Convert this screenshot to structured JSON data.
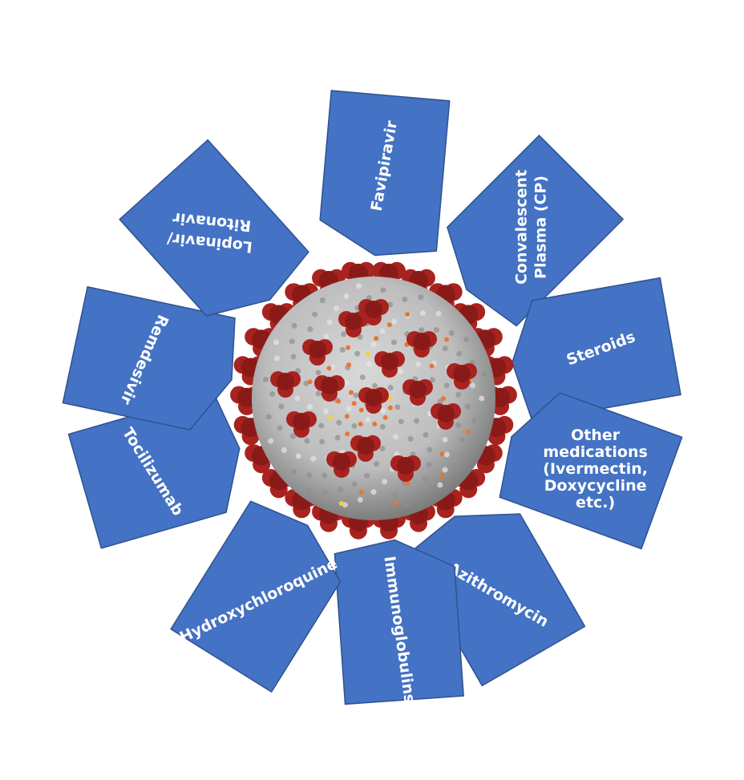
{
  "center": {
    "icon": "coronavirus-icon"
  },
  "colors": {
    "arrow_fill": "#4472C4",
    "arrow_stroke": "#2F528F",
    "label": "#ffffff",
    "virus_body": "#BDBDBD",
    "virus_spike": "#A8231F",
    "virus_spot": "#E8753A"
  },
  "arrows": [
    {
      "id": "favipiravir",
      "lines": [
        "Favipiravir"
      ]
    },
    {
      "id": "convalescent-plasma",
      "lines": [
        "Convalescent",
        "Plasma (CP)"
      ]
    },
    {
      "id": "steroids",
      "lines": [
        "Steroids"
      ]
    },
    {
      "id": "other-medications",
      "lines": [
        "Other",
        "medications",
        "(Ivermectin,",
        "Doxycycline",
        "etc.)"
      ]
    },
    {
      "id": "azithromycin",
      "lines": [
        "Azithromycin"
      ]
    },
    {
      "id": "immunoglobulins",
      "lines": [
        "Immunoglobulins"
      ]
    },
    {
      "id": "hydroxychloroquine",
      "lines": [
        "Hydroxychloroquine"
      ]
    },
    {
      "id": "tocilizumab",
      "lines": [
        "Tocilizumab"
      ]
    },
    {
      "id": "remdesivir",
      "lines": [
        "Remdesivir"
      ]
    },
    {
      "id": "lopinavir-ritonavir",
      "lines": [
        "Lopinavir/",
        "Ritonavir"
      ]
    }
  ]
}
